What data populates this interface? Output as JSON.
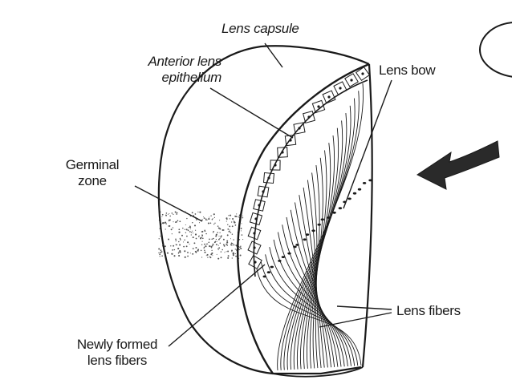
{
  "labels": {
    "lens_capsule": "Lens capsule",
    "anterior_lens_epithelium": [
      "Anterior lens",
      "epithelium"
    ],
    "lens_bow": "Lens bow",
    "germinal_zone": [
      "Germinal",
      "zone"
    ],
    "lens_fibers": "Lens fibers",
    "newly_formed_lens_fibers": [
      "Newly formed",
      "lens fibers"
    ]
  },
  "colors": {
    "ink": "#1a1a1a",
    "stipple": "#555555",
    "paper": "#ffffff"
  }
}
